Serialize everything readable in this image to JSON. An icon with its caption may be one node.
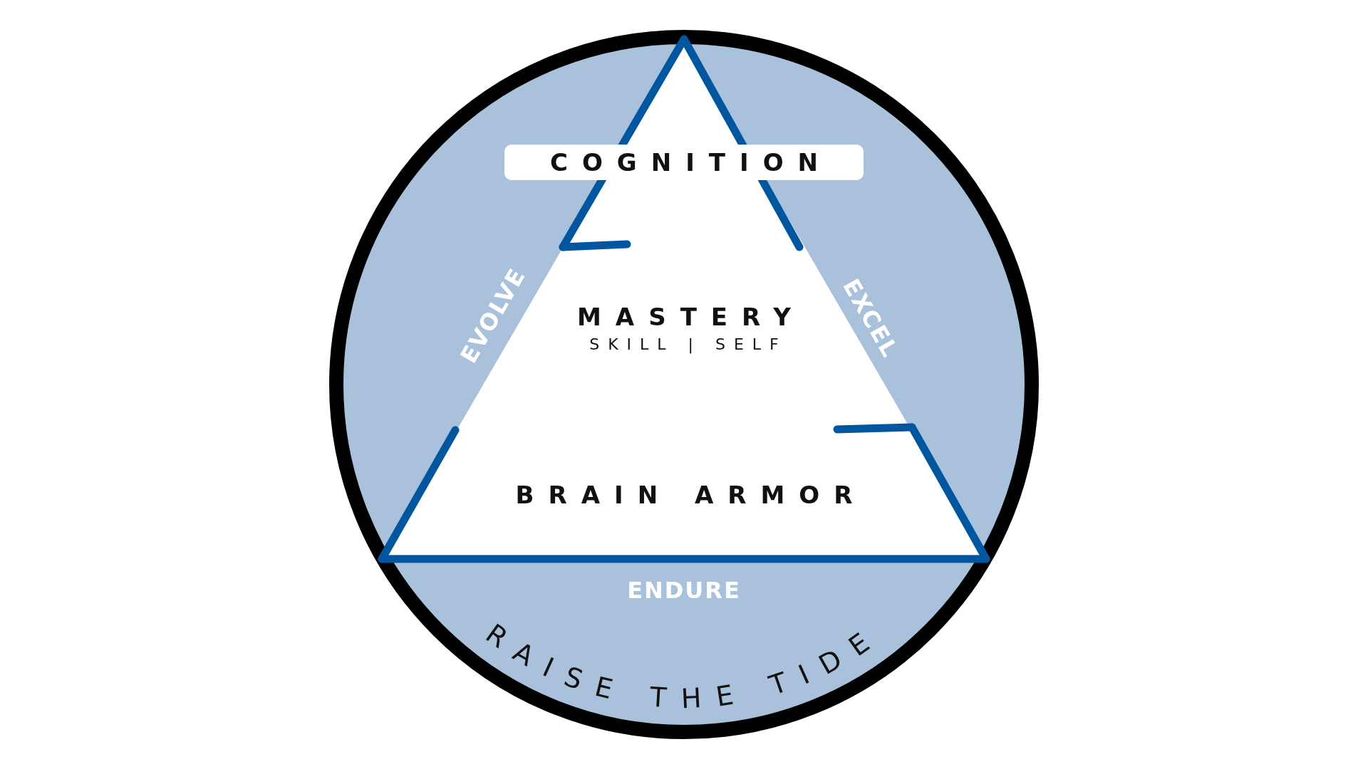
{
  "diagram": {
    "nodes": [
      {
        "text": [
          "RAISE THE TIDE"
        ]
      },
      {
        "text": [
          "COGNITION"
        ],
        "in": 0
      },
      {
        "text": [
          "MASTERY",
          "SKILL | SELF"
        ],
        "in": 0
      },
      {
        "text": [
          "BRAIN ARMOR"
        ],
        "in": 0
      }
    ],
    "labels": [
      "EVOLVE",
      "EXCEL",
      "ENDURE"
    ]
  }
}
